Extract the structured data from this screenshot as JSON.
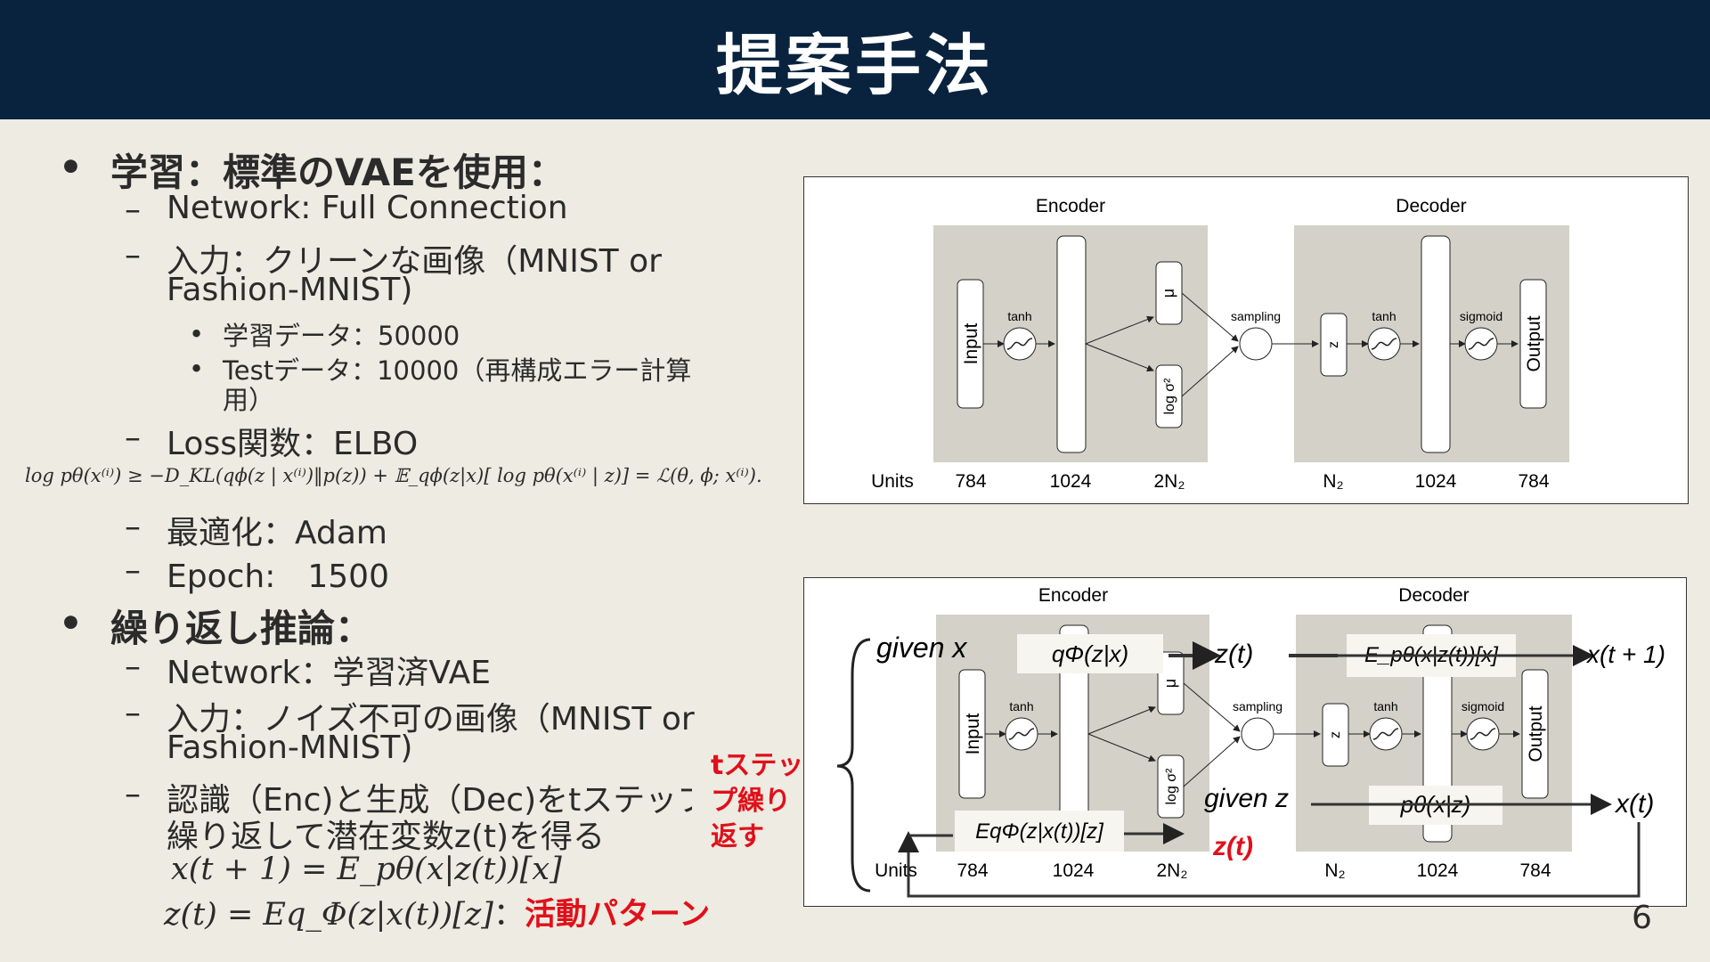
{
  "slide": {
    "title": "提案手法",
    "page_number": "6"
  },
  "left": {
    "b1": "学習：標準のVAEを使用：",
    "b1_1": "Network: Full Connection",
    "b1_2a": "入力：クリーンな画像（MNIST or",
    "b1_2b": "Fashion-MNIST)",
    "b1_2_1": "学習データ：50000",
    "b1_2_2a": "Testデータ：10000（再構成エラー計算",
    "b1_2_2b": "用）",
    "b1_3": "Loss関数：ELBO",
    "elbo": "log pθ(x⁽ⁱ⁾) ≥ −D_KL(qϕ(z | x⁽ⁱ⁾)‖p(z)) + 𝔼_qϕ(z|x)[ log pθ(x⁽ⁱ⁾ | z)] = ℒ(θ, ϕ; x⁽ⁱ⁾).",
    "b1_4": "最適化：Adam",
    "b1_5": "Epoch:　1500",
    "b2": "繰り返し推論：",
    "b2_1": "Network：学習済VAE",
    "b2_2a": "入力：ノイズ不可の画像（MNIST or",
    "b2_2b": "Fashion-MNIST)",
    "b2_3a": "認識（Enc)と生成（Dec)をtステップ",
    "b2_3b": "繰り返して潜在変数z(t)を得る",
    "eq1": "x(t + 1) = E_pθ(x|z(t))[x]",
    "eq2": "z(t) = Eq_Φ(z|x(t))[z]",
    "eq2_colon": "：",
    "eq2_red": "活動パターン"
  },
  "diagram_top": {
    "encoder": "Encoder",
    "decoder": "Decoder",
    "input": "Input",
    "output": "Output",
    "tanh": "tanh",
    "sigmoid": "sigmoid",
    "sampling": "sampling",
    "mu": "μ",
    "logsigma": "log σ²",
    "z": "z",
    "units": [
      "Units",
      "784",
      "1024",
      "2N₂",
      "N₂",
      "1024",
      "784"
    ]
  },
  "diagram_bottom": {
    "encoder": "Encoder",
    "decoder": "Decoder",
    "input": "Input",
    "output": "Output",
    "tanh": "tanh",
    "sigmoid": "sigmoid",
    "sampling": "sampling",
    "mu": "μ",
    "logsigma": "log σ²",
    "z": "z",
    "units": [
      "Units",
      "784",
      "1024",
      "2N₂",
      "N₂",
      "1024",
      "784"
    ],
    "given_x": "given x",
    "q_phi": "qΦ(z|x)",
    "z_t": "z(t)",
    "e_p": "E_pθ(x|z(t))[x]",
    "x_t1": "x(t + 1)",
    "given_z": "given z",
    "p_theta": "pθ(x|z)",
    "x_t": "x(t)",
    "eq_phi": "EqΦ(z|x(t))[z]",
    "z_t_red": "z(t)",
    "t_step_1": "tステッ",
    "t_step_2": "プ繰り",
    "t_step_3": "返す"
  },
  "colors": {
    "header": "#09233f",
    "background": "#edebe2",
    "accent_red": "#e0101a",
    "panel": "#d3d1c8"
  }
}
